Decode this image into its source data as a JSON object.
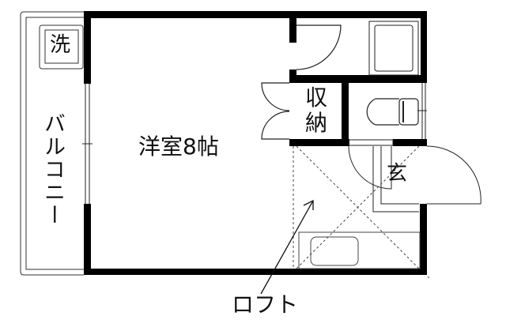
{
  "floorplan": {
    "rooms": {
      "western_room": "洋室8帖",
      "storage_line1": "収",
      "storage_line2": "納",
      "entrance": "玄",
      "washer": "洗",
      "balcony": "バルコニー",
      "loft": "ロフト"
    },
    "colors": {
      "wall": "#000000",
      "line": "#222222",
      "background": "#ffffff"
    }
  }
}
